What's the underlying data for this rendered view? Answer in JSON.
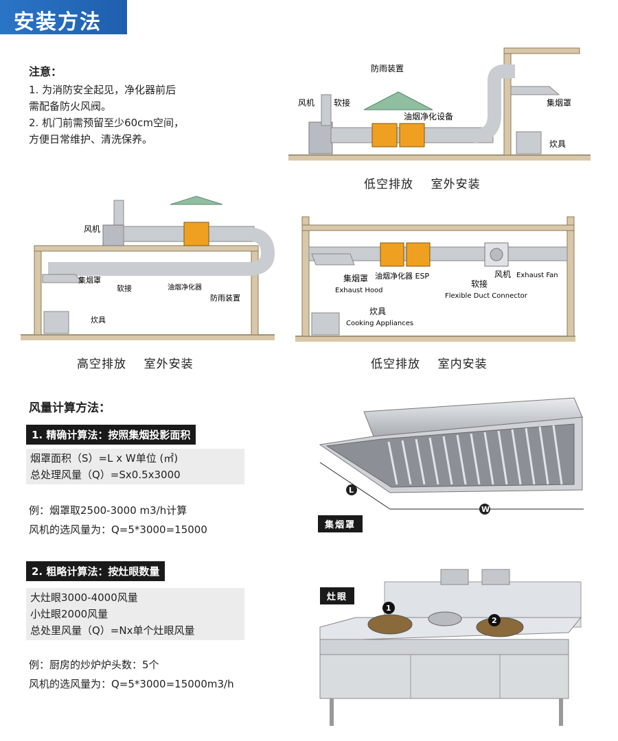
{
  "header": {
    "title": "安装方法"
  },
  "notes": {
    "title": "注意：",
    "lines": [
      "1. 为消防安全起见，净化器前后",
      "需配备防火风阀。",
      "2. 机门前需预留至少60cm空间，",
      "方便日常维护、清洗保养。"
    ]
  },
  "diagram1": {
    "labels": {
      "rain": "防雨装置",
      "fan": "风机",
      "soft": "软接",
      "purifier": "油烟净化设备",
      "hood": "集烟罩",
      "stove": "炊具"
    },
    "caption": "低空排放    室外安装"
  },
  "diagram2": {
    "labels": {
      "fan": "风机",
      "hood": "集烟罩",
      "soft": "软接",
      "purifier": "油烟净化器",
      "rain": "防雨装置",
      "stove": "炊具"
    },
    "caption": "高空排放    室外安装"
  },
  "diagram3": {
    "labels": {
      "hood": "集烟罩",
      "hood_en": "Exhaust Hood",
      "purifier": "油烟净化器 ESP",
      "soft": "软接",
      "soft_en": "Flexible Duct Connector",
      "fan": "风机",
      "fan_en": "Exhaust Fan",
      "stove": "炊具",
      "stove_en": "Cooking Appliances"
    },
    "caption": "低空排放    室内安装"
  },
  "calc": {
    "title": "风量计算方法：",
    "method1": {
      "title": "1. 精确计算法：按照集烟投影面积",
      "lines": [
        "烟罩面积（S）=L x W单位 (㎡)",
        "总处理风量（Q）=Sx0.5x3000"
      ],
      "example": [
        "例：烟罩取2500-3000 m3/h计算",
        "风机的选风量为：Q=5*3000=15000"
      ]
    },
    "method2": {
      "title": "2. 粗略计算法：按灶眼数量",
      "lines": [
        "大灶眼3000-4000风量",
        "小灶眼2000风量",
        "总处里风量（Q）=Nx单个灶眼风量"
      ],
      "example": [
        "例：厨房的炒炉炉头数：5个",
        "风机的选风量为：Q=5*3000=15000m3/h"
      ]
    }
  },
  "hood_photo": {
    "tag": "集烟罩",
    "dim_l": "L",
    "dim_w": "W"
  },
  "stove_photo": {
    "tag": "灶眼",
    "burner1": "1",
    "burner2": "2"
  },
  "colors": {
    "header_blue": "#2267b6",
    "purifier_orange": "#f0a020",
    "duct_gray": "#c9ccd0"
  }
}
